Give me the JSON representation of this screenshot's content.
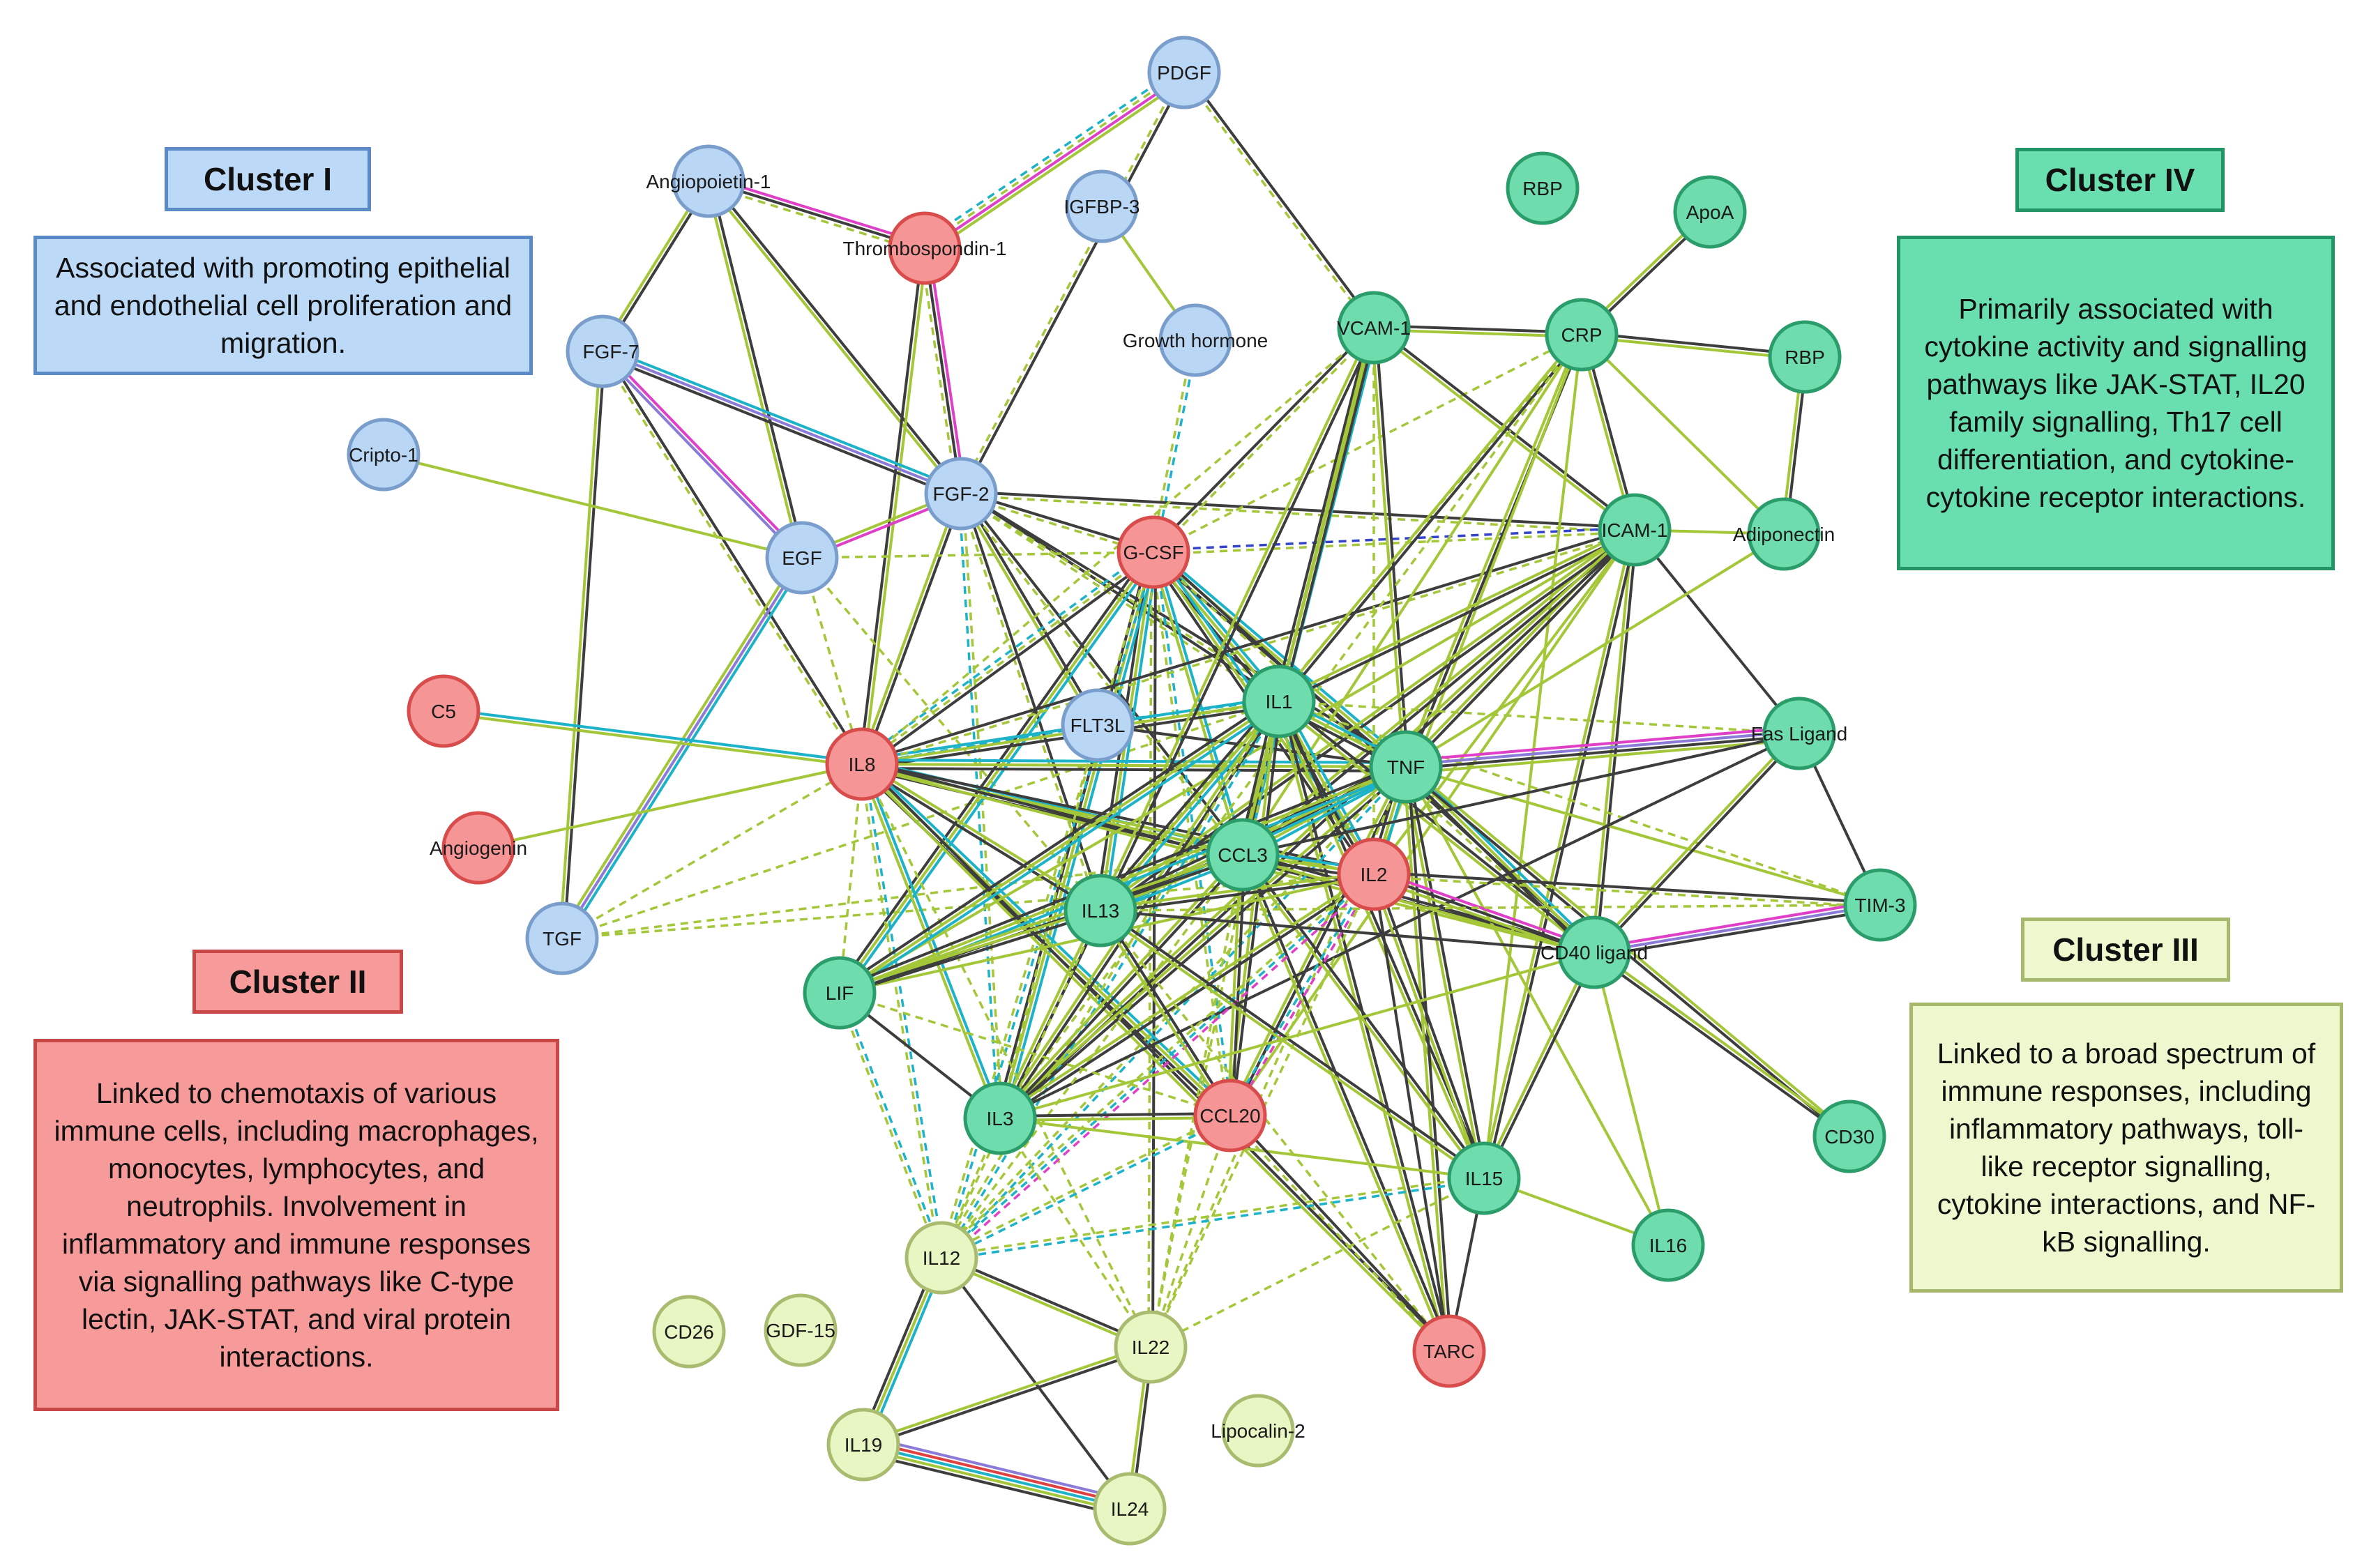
{
  "colors": {
    "blue_fill": "#b9d6f5",
    "blue_stroke": "#7a9ecb",
    "red_fill": "#f59595",
    "red_stroke": "#d94c4c",
    "green_fill": "#6fdcad",
    "green_stroke": "#2a9d6a",
    "lime_fill": "#e8f6c3",
    "lime_stroke": "#a8bb6e",
    "edge_dark": "#3d3d3d",
    "edge_lime": "#a4c739",
    "edge_cyan": "#1cb3c8",
    "edge_magenta": "#e040c8",
    "edge_violet": "#8c7ad8",
    "edge_blue": "#3344c9",
    "edge_red": "#e04040"
  },
  "clusters": {
    "c1": {
      "title": "Cluster I",
      "desc": "Associated with promoting epithelial and endothelial cell proliferation and migration.",
      "fill": "#bcd9f7",
      "stroke": "#5b8bc6"
    },
    "c2": {
      "title": "Cluster II",
      "desc": "Linked to chemotaxis of various immune cells, including macrophages, monocytes, lymphocytes, and neutrophils. Involvement in inflammatory and immune responses via signalling pathways like C-type lectin, JAK-STAT, and viral protein interactions.",
      "fill": "#f79a9a",
      "stroke": "#c84848"
    },
    "c3": {
      "title": "Cluster III",
      "desc": "Linked to a broad spectrum of immune responses, including inflammatory pathways, toll-like receptor signalling, cytokine interactions, and NF-kB signalling.",
      "fill": "#eef8cf",
      "stroke": "#a5b86c"
    },
    "c4": {
      "title": "Cluster IV",
      "desc": "Primarily associated with cytokine activity and signalling pathways like JAK-STAT, IL20 family signalling, Th17 cell differentiation, and cytokine-cytokine receptor interactions.",
      "fill": "#69dfb0",
      "stroke": "#229465"
    }
  },
  "nodes": [
    {
      "id": "PDGF",
      "label": "PDGF",
      "group": "blue"
    },
    {
      "id": "ANG1",
      "label": "Angiopoietin-1",
      "group": "blue"
    },
    {
      "id": "TSP1",
      "label": "Thrombospondin-1",
      "group": "red"
    },
    {
      "id": "IGFBP3",
      "label": "IGFBP-3",
      "group": "blue"
    },
    {
      "id": "GH",
      "label": "Growth hormone",
      "group": "blue"
    },
    {
      "id": "FGF7",
      "label": "FGF-7",
      "group": "blue"
    },
    {
      "id": "CRIPTO",
      "label": "Cripto-1",
      "group": "blue"
    },
    {
      "id": "FGF2",
      "label": "FGF-2",
      "group": "blue"
    },
    {
      "id": "EGF",
      "label": "EGF",
      "group": "blue"
    },
    {
      "id": "GCSF",
      "label": "G-CSF",
      "group": "red"
    },
    {
      "id": "C5",
      "label": "C5",
      "group": "red"
    },
    {
      "id": "IL8",
      "label": "IL8",
      "group": "red"
    },
    {
      "id": "FLT3L",
      "label": "FLT3L",
      "group": "blue"
    },
    {
      "id": "ANGIOGENIN",
      "label": "Angiogenin",
      "group": "red"
    },
    {
      "id": "TGF",
      "label": "TGF",
      "group": "blue"
    },
    {
      "id": "RBP1",
      "label": "RBP",
      "group": "green"
    },
    {
      "id": "APOA",
      "label": "ApoA",
      "group": "green"
    },
    {
      "id": "VCAM1",
      "label": "VCAM-1",
      "group": "green"
    },
    {
      "id": "CRP",
      "label": "CRP",
      "group": "green"
    },
    {
      "id": "RBP2",
      "label": "RBP",
      "group": "green"
    },
    {
      "id": "ICAM1",
      "label": "ICAM-1",
      "group": "green"
    },
    {
      "id": "ADIPO",
      "label": "Adiponectin",
      "group": "green"
    },
    {
      "id": "IL1",
      "label": "IL1",
      "group": "green"
    },
    {
      "id": "TNF",
      "label": "TNF",
      "group": "green"
    },
    {
      "id": "FASL",
      "label": "Fas Ligand",
      "group": "green"
    },
    {
      "id": "CCL3",
      "label": "CCL3",
      "group": "green"
    },
    {
      "id": "IL2",
      "label": "IL2",
      "group": "red"
    },
    {
      "id": "TIM3",
      "label": "TIM-3",
      "group": "green"
    },
    {
      "id": "IL13",
      "label": "IL13",
      "group": "green"
    },
    {
      "id": "CD40L",
      "label": "CD40 ligand",
      "group": "green"
    },
    {
      "id": "LIF",
      "label": "LIF",
      "group": "green"
    },
    {
      "id": "IL3",
      "label": "IL3",
      "group": "green"
    },
    {
      "id": "CCL20",
      "label": "CCL20",
      "group": "red"
    },
    {
      "id": "CD30",
      "label": "CD30",
      "group": "green"
    },
    {
      "id": "IL15",
      "label": "IL15",
      "group": "green"
    },
    {
      "id": "IL16",
      "label": "IL16",
      "group": "green"
    },
    {
      "id": "IL12",
      "label": "IL12",
      "group": "lime"
    },
    {
      "id": "CD26",
      "label": "CD26",
      "group": "lime"
    },
    {
      "id": "GDF15",
      "label": "GDF-15",
      "group": "lime"
    },
    {
      "id": "IL22",
      "label": "IL22",
      "group": "lime"
    },
    {
      "id": "TARC",
      "label": "TARC",
      "group": "red"
    },
    {
      "id": "LCN2",
      "label": "Lipocalin-2",
      "group": "lime"
    },
    {
      "id": "IL19",
      "label": "IL19",
      "group": "lime"
    },
    {
      "id": "IL24",
      "label": "IL24",
      "group": "lime"
    }
  ],
  "edges": [
    [
      "PDGF",
      "TSP1",
      "lm",
      "lime,magenta,dlime,dcyan"
    ],
    [
      "PDGF",
      "VCAM1",
      "dd",
      "dark,dlime"
    ],
    [
      "PDGF",
      "FGF2",
      "dd",
      "dark,dlime"
    ],
    [
      "ANG1",
      "TSP1",
      "dd",
      "magenta,dark,dlime"
    ],
    [
      "ANG1",
      "FGF7",
      "s",
      "dark,lime"
    ],
    [
      "ANG1",
      "EGF",
      "s",
      "dark,lime"
    ],
    [
      "ANG1",
      "FGF2",
      "s",
      "dark,lime"
    ],
    [
      "TSP1",
      "FGF2",
      "dd",
      "magenta,dark,dlime"
    ],
    [
      "TSP1",
      "IL8",
      "s",
      "lime,dark"
    ],
    [
      "IGFBP3",
      "GH",
      "s",
      "lime"
    ],
    [
      "GH",
      "GCSF",
      "dd",
      "dcyan,dlime"
    ],
    [
      "FGF7",
      "FGF2",
      "s",
      "cyan,violet,dark"
    ],
    [
      "FGF7",
      "EGF",
      "s",
      "magenta,violet"
    ],
    [
      "FGF7",
      "TGF",
      "s",
      "dark,lime"
    ],
    [
      "FGF7",
      "IL8",
      "dd",
      "dark,dlime"
    ],
    [
      "CRIPTO",
      "EGF",
      "s",
      "lime"
    ],
    [
      "FGF2",
      "EGF",
      "s",
      "magenta,lime"
    ],
    [
      "FGF2",
      "GCSF",
      "dd",
      "dark,dlime"
    ],
    [
      "FGF2",
      "ICAM1",
      "dd",
      "dark,dlime"
    ],
    [
      "FGF2",
      "IL8",
      "s",
      "dark,lime"
    ],
    [
      "FGF2",
      "FLT3L",
      "s",
      "dark,lime"
    ],
    [
      "FGF2",
      "IL1",
      "dd",
      "dark,dlime"
    ],
    [
      "FGF2",
      "TNF",
      "dd",
      "dark,dlime"
    ],
    [
      "FGF2",
      "IL13",
      "dd",
      "dark,dlime"
    ],
    [
      "FGF2",
      "IL3",
      "dd",
      "dlime,dcyan"
    ],
    [
      "FGF2",
      "CCL3",
      "dd",
      "dark,dlime"
    ],
    [
      "EGF",
      "TGF",
      "s",
      "cyan,violet,lime"
    ],
    [
      "EGF",
      "IL8",
      "dd",
      "dlime"
    ],
    [
      "EGF",
      "GCSF",
      "dd",
      "dlime"
    ],
    [
      "EGF",
      "IL13",
      "dd",
      "dlime"
    ],
    [
      "C5",
      "IL8",
      "s",
      "cyan,lime"
    ],
    [
      "ANGIOGENIN",
      "IL8",
      "s",
      "lime"
    ],
    [
      "TGF",
      "IL8",
      "dd",
      "dlime"
    ],
    [
      "TGF",
      "CCL3",
      "dd",
      "dlime"
    ],
    [
      "TGF",
      "IL2",
      "dd",
      "dlime"
    ],
    [
      "TGF",
      "IL1",
      "dd",
      "dlime"
    ],
    [
      "GCSF",
      "ICAM1",
      "dd",
      "dblue,dlime"
    ],
    [
      "GCSF",
      "IL8",
      "dd",
      "dark,dlime,dcyan"
    ],
    [
      "GCSF",
      "IL1",
      "s",
      "cyan,lime,dark"
    ],
    [
      "GCSF",
      "TNF",
      "s",
      "cyan,lime,dark"
    ],
    [
      "GCSF",
      "IL13",
      "s",
      "cyan,lime,dark"
    ],
    [
      "GCSF",
      "LIF",
      "s",
      "cyan,lime,dark"
    ],
    [
      "GCSF",
      "IL3",
      "s",
      "cyan,lime,dark"
    ],
    [
      "GCSF",
      "CCL3",
      "s",
      "cyan,lime"
    ],
    [
      "GCSF",
      "IL2",
      "s",
      "cyan,lime,dark"
    ],
    [
      "GCSF",
      "CD40L",
      "dd",
      "dark,dlime"
    ],
    [
      "GCSF",
      "CCL20",
      "dd",
      "dcyan,dlime"
    ],
    [
      "GCSF",
      "IL12",
      "dd",
      "dcyan,dlime"
    ],
    [
      "GCSF",
      "IL22",
      "dd",
      "dark,dlime"
    ],
    [
      "GCSF",
      "VCAM1",
      "dd",
      "dark,dlime"
    ],
    [
      "GCSF",
      "CRP",
      "dd",
      "dlime"
    ],
    [
      "IL8",
      "FLT3L",
      "dd",
      "dcyan"
    ],
    [
      "IL8",
      "IL1",
      "s",
      "cyan,lime,dark"
    ],
    [
      "IL8",
      "TNF",
      "s",
      "cyan,lime,dark"
    ],
    [
      "IL8",
      "CCL3",
      "s",
      "cyan,lime,dark"
    ],
    [
      "IL8",
      "IL2",
      "s",
      "dark,lime"
    ],
    [
      "IL8",
      "IL13",
      "s",
      "lime,dark"
    ],
    [
      "IL8",
      "LIF",
      "dd",
      "dlime"
    ],
    [
      "IL8",
      "IL3",
      "s",
      "cyan,lime"
    ],
    [
      "IL8",
      "CCL20",
      "s",
      "cyan,lime,dark"
    ],
    [
      "IL8",
      "IL12",
      "dd",
      "dcyan,dlime"
    ],
    [
      "IL8",
      "IL22",
      "dd",
      "dlime"
    ],
    [
      "IL8",
      "TARC",
      "s",
      "dark,lime"
    ],
    [
      "IL8",
      "ICAM1",
      "dd",
      "dark,dlime"
    ],
    [
      "IL8",
      "VCAM1",
      "dd",
      "dlime"
    ],
    [
      "IL8",
      "CD40L",
      "s",
      "dark,lime"
    ],
    [
      "FLT3L",
      "IL1",
      "dd",
      "dcyan,dlime"
    ],
    [
      "FLT3L",
      "TNF",
      "dd",
      "dark"
    ],
    [
      "FLT3L",
      "IL3",
      "dd",
      "dlime"
    ],
    [
      "VCAM1",
      "CRP",
      "s",
      "dark,lime"
    ],
    [
      "VCAM1",
      "ICAM1",
      "s",
      "dark,lime"
    ],
    [
      "VCAM1",
      "IL1",
      "s",
      "cyan,lime,dark"
    ],
    [
      "VCAM1",
      "TNF",
      "s",
      "dark,lime"
    ],
    [
      "VCAM1",
      "CCL3",
      "s",
      "dark,lime"
    ],
    [
      "VCAM1",
      "IL13",
      "s",
      "dark,lime"
    ],
    [
      "VCAM1",
      "IL2",
      "dd",
      "dlime"
    ],
    [
      "APOA",
      "CRP",
      "s",
      "dark,lime"
    ],
    [
      "CRP",
      "RBP2",
      "s",
      "dark,lime"
    ],
    [
      "CRP",
      "ICAM1",
      "s",
      "dark,lime"
    ],
    [
      "CRP",
      "ADIPO",
      "s",
      "lime"
    ],
    [
      "CRP",
      "IL1",
      "s",
      "dark,lime"
    ],
    [
      "CRP",
      "TNF",
      "s",
      "dark,lime"
    ],
    [
      "CRP",
      "IL13",
      "dd",
      "dlime"
    ],
    [
      "CRP",
      "IL2",
      "s",
      "lime"
    ],
    [
      "CRP",
      "CCL3",
      "s",
      "lime"
    ],
    [
      "CRP",
      "IL3",
      "dd",
      "dlime"
    ],
    [
      "CRP",
      "IL15",
      "s",
      "lime"
    ],
    [
      "RBP2",
      "ADIPO",
      "s",
      "dark,lime"
    ],
    [
      "ICAM1",
      "ADIPO",
      "s",
      "lime"
    ],
    [
      "ICAM1",
      "IL1",
      "s",
      "dark,lime"
    ],
    [
      "ICAM1",
      "TNF",
      "s",
      "dark,lime"
    ],
    [
      "ICAM1",
      "CCL3",
      "s",
      "dark,lime"
    ],
    [
      "ICAM1",
      "IL13",
      "s",
      "dark,lime"
    ],
    [
      "ICAM1",
      "IL2",
      "s",
      "lime"
    ],
    [
      "ICAM1",
      "FASL",
      "s",
      "dark"
    ],
    [
      "ICAM1",
      "CD40L",
      "s",
      "dark,lime"
    ],
    [
      "ICAM1",
      "IL15",
      "s",
      "dark,lime"
    ],
    [
      "ICAM1",
      "IL3",
      "s",
      "dark,lime"
    ],
    [
      "ICAM1",
      "LIF",
      "s",
      "lime"
    ],
    [
      "ICAM1",
      "CCL20",
      "s",
      "lime"
    ],
    [
      "ADIPO",
      "TNF",
      "s",
      "lime"
    ],
    [
      "IL1",
      "TNF",
      "s",
      "cyan,lime,dark"
    ],
    [
      "IL1",
      "CCL3",
      "s",
      "cyan,lime,dark"
    ],
    [
      "IL1",
      "IL2",
      "s",
      "cyan,lime,dark"
    ],
    [
      "IL1",
      "IL13",
      "s",
      "cyan,lime,dark"
    ],
    [
      "IL1",
      "LIF",
      "s",
      "cyan,lime,dark"
    ],
    [
      "IL1",
      "IL3",
      "s",
      "dark,lime"
    ],
    [
      "IL1",
      "CCL20",
      "s",
      "dark,lime"
    ],
    [
      "IL1",
      "CD40L",
      "s",
      "dark,lime"
    ],
    [
      "IL1",
      "IL15",
      "s",
      "dark,lime"
    ],
    [
      "IL1",
      "IL12",
      "dd",
      "dcyan,dlime"
    ],
    [
      "IL1",
      "IL22",
      "dd",
      "dlime"
    ],
    [
      "IL1",
      "TARC",
      "s",
      "dark,lime"
    ],
    [
      "IL1",
      "TIM3",
      "dd",
      "dlime"
    ],
    [
      "IL1",
      "FASL",
      "dd",
      "dlime"
    ],
    [
      "TNF",
      "FASL",
      "s",
      "magenta,violet,dark,lime"
    ],
    [
      "TNF",
      "CCL3",
      "s",
      "cyan,lime,dark"
    ],
    [
      "TNF",
      "IL2",
      "s",
      "cyan,lime,dark"
    ],
    [
      "TNF",
      "IL13",
      "s",
      "cyan,lime,dark"
    ],
    [
      "TNF",
      "LIF",
      "s",
      "cyan,lime,dark"
    ],
    [
      "TNF",
      "IL3",
      "s",
      "dark,lime"
    ],
    [
      "TNF",
      "CCL20",
      "s",
      "dark,lime"
    ],
    [
      "TNF",
      "CD40L",
      "s",
      "cyan,lime,dark"
    ],
    [
      "TNF",
      "IL15",
      "s",
      "dark,lime"
    ],
    [
      "TNF",
      "TIM3",
      "s",
      "lime"
    ],
    [
      "TNF",
      "CD30",
      "s",
      "lime,dark"
    ],
    [
      "TNF",
      "IL16",
      "s",
      "lime"
    ],
    [
      "TNF",
      "TARC",
      "s",
      "dark,lime"
    ],
    [
      "TNF",
      "IL12",
      "dd",
      "dcyan,dlime"
    ],
    [
      "TNF",
      "IL22",
      "dd",
      "dlime"
    ],
    [
      "FASL",
      "TIM3",
      "s",
      "dark"
    ],
    [
      "FASL",
      "CD40L",
      "s",
      "dark,lime"
    ],
    [
      "FASL",
      "IL3",
      "dd",
      "dark"
    ],
    [
      "FASL",
      "CCL3",
      "dd",
      "dark"
    ],
    [
      "CCL3",
      "IL2",
      "s",
      "cyan,lime,dark"
    ],
    [
      "CCL3",
      "IL13",
      "s",
      "cyan,lime,dark"
    ],
    [
      "CCL3",
      "LIF",
      "s",
      "dark,lime"
    ],
    [
      "CCL3",
      "IL3",
      "s",
      "dark,lime"
    ],
    [
      "CCL3",
      "CCL20",
      "s",
      "dark,lime"
    ],
    [
      "CCL3",
      "CD40L",
      "s",
      "dark,lime"
    ],
    [
      "CCL3",
      "IL15",
      "s",
      "dark,lime"
    ],
    [
      "CCL3",
      "TARC",
      "s",
      "dark,lime"
    ],
    [
      "CCL3",
      "IL12",
      "dd",
      "dlime"
    ],
    [
      "CCL3",
      "IL22",
      "dd",
      "dlime"
    ],
    [
      "IL2",
      "IL13",
      "s",
      "dark,lime"
    ],
    [
      "IL2",
      "CD40L",
      "s",
      "magenta,dark,lime"
    ],
    [
      "IL2",
      "TIM3",
      "dd",
      "dark,dlime"
    ],
    [
      "IL2",
      "IL3",
      "s",
      "dark,lime"
    ],
    [
      "IL2",
      "CCL20",
      "dd",
      "dmagenta,dcyan"
    ],
    [
      "IL2",
      "IL15",
      "s",
      "dark,lime"
    ],
    [
      "IL2",
      "TARC",
      "s",
      "dark"
    ],
    [
      "IL2",
      "IL12",
      "dd",
      "dmagenta,dcyan,dlime"
    ],
    [
      "IL2",
      "IL22",
      "dd",
      "dlime"
    ],
    [
      "IL2",
      "LIF",
      "s",
      "lime"
    ],
    [
      "IL13",
      "LIF",
      "s",
      "dark,lime"
    ],
    [
      "IL13",
      "IL3",
      "s",
      "dark,lime"
    ],
    [
      "IL13",
      "CD40L",
      "s",
      "dark"
    ],
    [
      "IL13",
      "TIM3",
      "dd",
      "dlime"
    ],
    [
      "IL13",
      "IL15",
      "s",
      "dark,lime"
    ],
    [
      "IL13",
      "CCL20",
      "s",
      "dark,lime"
    ],
    [
      "IL13",
      "IL12",
      "dd",
      "dlime"
    ],
    [
      "IL13",
      "TARC",
      "dd",
      "dlime"
    ],
    [
      "CD40L",
      "TIM3",
      "s",
      "magenta,violet,dark"
    ],
    [
      "CD40L",
      "CD30",
      "s",
      "lime,dark"
    ],
    [
      "CD40L",
      "IL15",
      "s",
      "dark,lime"
    ],
    [
      "CD40L",
      "IL16",
      "s",
      "lime"
    ],
    [
      "CD40L",
      "IL3",
      "s",
      "lime"
    ],
    [
      "LIF",
      "IL3",
      "s",
      "dark"
    ],
    [
      "LIF",
      "IL12",
      "dd",
      "dcyan,dlime"
    ],
    [
      "LIF",
      "CCL20",
      "dd",
      "dlime"
    ],
    [
      "IL3",
      "CCL20",
      "s",
      "dark,lime"
    ],
    [
      "IL3",
      "IL15",
      "s",
      "lime"
    ],
    [
      "IL3",
      "IL12",
      "dd",
      "dlime"
    ],
    [
      "IL3",
      "IL22",
      "dd",
      "dlime"
    ],
    [
      "CCL20",
      "IL12",
      "dd",
      "dcyan,dlime"
    ],
    [
      "CCL20",
      "IL22",
      "dd",
      "dlime"
    ],
    [
      "CCL20",
      "TARC",
      "dd",
      "dark,dlime"
    ],
    [
      "IL15",
      "IL16",
      "s",
      "lime"
    ],
    [
      "IL15",
      "IL12",
      "dd",
      "dcyan,dlime"
    ],
    [
      "IL15",
      "IL22",
      "dd",
      "dlime"
    ],
    [
      "IL15",
      "TARC",
      "dd",
      "dark"
    ],
    [
      "IL12",
      "IL22",
      "s",
      "dark,lime"
    ],
    [
      "IL12",
      "IL19",
      "s",
      "cyan,lime,dark"
    ],
    [
      "IL12",
      "IL24",
      "s",
      "dark"
    ],
    [
      "IL22",
      "IL19",
      "s",
      "dark,lime"
    ],
    [
      "IL22",
      "IL24",
      "s",
      "dark,lime"
    ],
    [
      "IL19",
      "IL24",
      "s",
      "violet,red,cyan,lime,dark"
    ]
  ]
}
